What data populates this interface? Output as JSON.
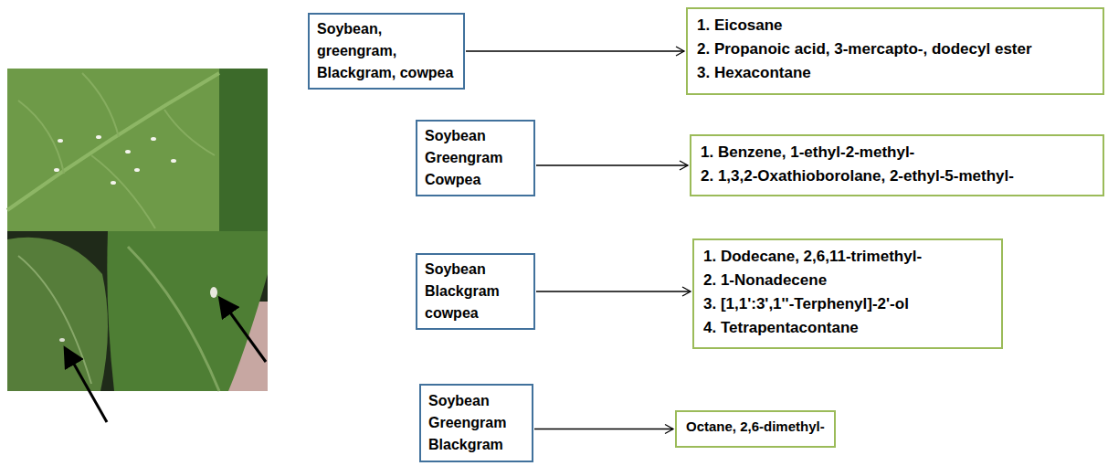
{
  "diagram": {
    "nodes": [
      {
        "text": [
          "Soybean, greengram, Blackgram, cowpea"
        ]
      },
      {
        "text": [
          "1. Eicosane",
          "2. Propanoic acid, 3-mercapto-, dodecyl ester",
          "3. Hexacontane"
        ]
      },
      {
        "text": [
          "Soybean Greengram Cowpea"
        ]
      },
      {
        "text": [
          "1. Benzene, 1-ethyl-2-methyl-",
          "2. 1,3,2-Oxathioborolane, 2-ethyl-5-methyl-"
        ]
      },
      {
        "text": [
          "Soybean Blackgram cowpea"
        ]
      },
      {
        "text": [
          "1. Dodecane, 2,6,11-trimethyl-",
          "2. 1-Nonadecene",
          "3. [1,1':3',1''-Terphenyl]-2'-ol",
          "4. Tetrapentacontane"
        ]
      },
      {
        "text": [
          "Soybean Greengram Blackgram"
        ]
      },
      {
        "text": [
          "Octane, 2,6-dimethyl-"
        ]
      }
    ],
    "edges": [
      {
        "from": 0,
        "to": 1,
        "arrow": "to"
      },
      {
        "from": 2,
        "to": 3,
        "arrow": "to"
      },
      {
        "from": 4,
        "to": 5,
        "arrow": "to"
      },
      {
        "from": 6,
        "to": 7,
        "arrow": "to"
      }
    ]
  }
}
